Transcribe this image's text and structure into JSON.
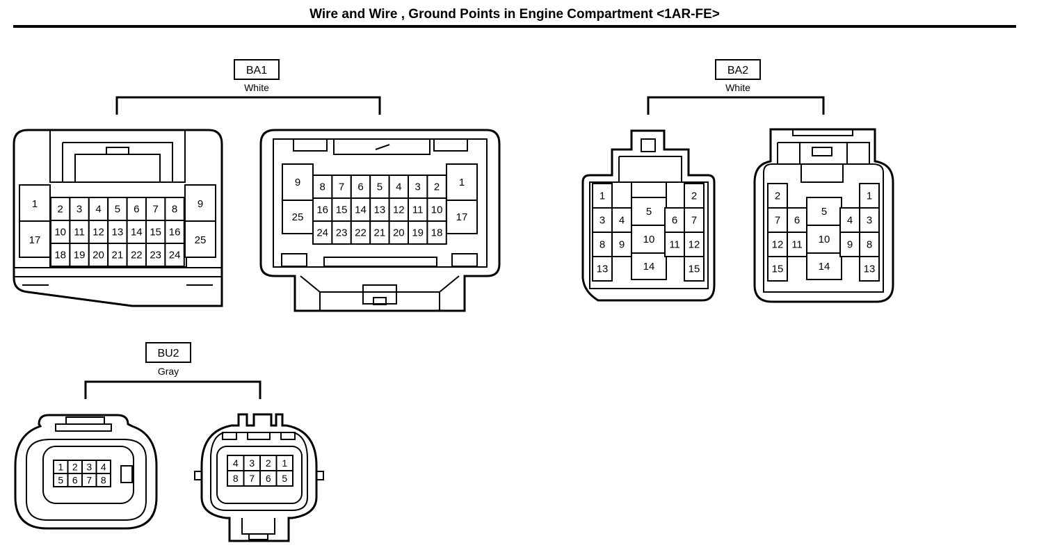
{
  "title": "Wire and Wire , Ground Points in Engine Compartment <1AR-FE>",
  "connectors": [
    {
      "code": "BA1",
      "color": "White"
    },
    {
      "code": "BA2",
      "color": "White"
    },
    {
      "code": "BU2",
      "color": "Gray"
    }
  ],
  "ba1_left_pins": [
    "1",
    "17",
    "2",
    "3",
    "4",
    "5",
    "6",
    "7",
    "8",
    "10",
    "11",
    "12",
    "13",
    "14",
    "15",
    "16",
    "18",
    "19",
    "20",
    "21",
    "22",
    "23",
    "24",
    "9",
    "25"
  ],
  "ba1_right_pins": [
    "9",
    "25",
    "8",
    "7",
    "6",
    "5",
    "4",
    "3",
    "2",
    "16",
    "15",
    "14",
    "13",
    "12",
    "11",
    "10",
    "24",
    "23",
    "22",
    "21",
    "20",
    "19",
    "18",
    "1",
    "17"
  ],
  "ba2_left_pins": [
    "1",
    "3",
    "4",
    "8",
    "9",
    "13",
    "5",
    "10",
    "14",
    "2",
    "6",
    "7",
    "11",
    "12",
    "15"
  ],
  "ba2_right_pins": [
    "2",
    "7",
    "6",
    "12",
    "11",
    "15",
    "5",
    "10",
    "14",
    "1",
    "4",
    "3",
    "9",
    "8",
    "13"
  ],
  "bu2_left_pins": [
    "1",
    "2",
    "3",
    "4",
    "5",
    "6",
    "7",
    "8"
  ],
  "bu2_right_pins": [
    "4",
    "3",
    "2",
    "1",
    "8",
    "7",
    "6",
    "5"
  ]
}
